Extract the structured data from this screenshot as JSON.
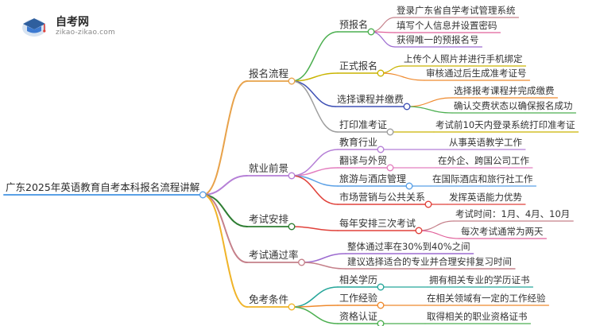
{
  "logo": {
    "title": "自考网",
    "subtitle": "zikao-zikao.com"
  },
  "mindmap": {
    "root": "广东2025年英语教育自考本科报名流程讲解",
    "branches": [
      {
        "label": "报名流程",
        "color": "#e8a24a",
        "children": [
          {
            "label": "预报名",
            "color": "#4caf50",
            "children": [
              {
                "label": "登录广东省自学考试管理系统",
                "color": "#c5808a"
              },
              {
                "label": "填写个人信息并设置密码",
                "color": "#e0609a"
              },
              {
                "label": "获得唯一的预报名号",
                "color": "#9c6bd0"
              }
            ]
          },
          {
            "label": "正式报名",
            "color": "#c9b400",
            "children": [
              {
                "label": "上传个人照片并进行手机绑定",
                "color": "#c9b400"
              },
              {
                "label": "审核通过后生成准考证号",
                "color": "#ef8a2e"
              }
            ]
          },
          {
            "label": "选择课程并缴费",
            "color": "#3f51b5",
            "children": [
              {
                "label": "选择报考课程并完成缴费",
                "color": "#ef8a2e"
              },
              {
                "label": "确认交费状态以确保报名成功",
                "color": "#4caf50"
              }
            ]
          },
          {
            "label": "打印准考证",
            "color": "#9e9e9e",
            "children": [
              {
                "label": "考试前10天内登录系统打印准考证",
                "color": "#c9b400"
              }
            ]
          }
        ]
      },
      {
        "label": "就业前景",
        "color": "#b57fd6",
        "children": [
          {
            "label": "教育行业",
            "color": "#b57fd6",
            "children": [
              {
                "label": "从事英语教学工作",
                "color": "#b57fd6"
              }
            ]
          },
          {
            "label": "翻译与外贸",
            "color": "#e37fbf",
            "children": [
              {
                "label": "在外企、跨国公司工作",
                "color": "#e37fbf"
              }
            ]
          },
          {
            "label": "旅游与酒店管理",
            "color": "#5aa0e6",
            "children": [
              {
                "label": "在国际酒店和旅行社工作",
                "color": "#5aa0e6"
              }
            ]
          },
          {
            "label": "市场营销与公共关系",
            "color": "#e0413a",
            "children": [
              {
                "label": "发挥英语能力优势",
                "color": "#e0413a"
              }
            ]
          }
        ]
      },
      {
        "label": "考试安排",
        "color": "#2e7d32",
        "children": [
          {
            "label": "每年安排三次考试",
            "color": "#e0413a",
            "children": [
              {
                "label": "考试时间：1月、4月、10月",
                "color": "#c5808a"
              },
              {
                "label": "每次考试通常为两天",
                "color": "#e0609a"
              }
            ]
          }
        ]
      },
      {
        "label": "考试通过率",
        "color": "#c5808a",
        "children": [
          {
            "label": "整体通过率在30%到40%之间",
            "color": "#9c6bd0"
          },
          {
            "label": "建议选择适合的专业并合理安排复习时间",
            "color": "#c5808a"
          }
        ]
      },
      {
        "label": "免考条件",
        "color": "#f0b429",
        "children": [
          {
            "label": "相关学历",
            "color": "#26a69a",
            "children": [
              {
                "label": "拥有相关专业的学历证书",
                "color": "#26a69a"
              }
            ]
          },
          {
            "label": "工作经验",
            "color": "#ef8a2e",
            "children": [
              {
                "label": "在相关领域有一定的工作经验",
                "color": "#ef8a2e"
              }
            ]
          },
          {
            "label": "资格认证",
            "color": "#4caf50",
            "children": [
              {
                "label": "取得相关的职业资格证书",
                "color": "#4caf50"
              }
            ]
          }
        ]
      }
    ]
  }
}
